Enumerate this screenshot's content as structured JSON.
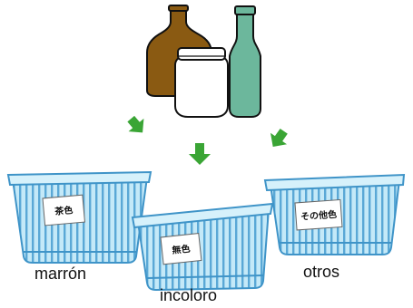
{
  "colors": {
    "basket_fill": "#bfe7f7",
    "basket_stroke": "#3f94c8",
    "arrow": "#3aa535",
    "brown_glass": "#8a5a12",
    "green_glass": "#6cb79c",
    "clear_glass": "#ffffff"
  },
  "bottles": [
    {
      "name": "brown-bottle",
      "color": "brown"
    },
    {
      "name": "clear-jar",
      "color": "clear"
    },
    {
      "name": "green-bottle",
      "color": "green"
    }
  ],
  "baskets": [
    {
      "id": "brown",
      "tag": "茶色",
      "caption": "marrón"
    },
    {
      "id": "colorless",
      "tag": "無色",
      "caption": "incoloro"
    },
    {
      "id": "other",
      "tag": "その他色",
      "caption": "otros"
    }
  ],
  "icons": [
    "down-arrow-icon",
    "down-arrow-icon",
    "down-arrow-icon"
  ]
}
